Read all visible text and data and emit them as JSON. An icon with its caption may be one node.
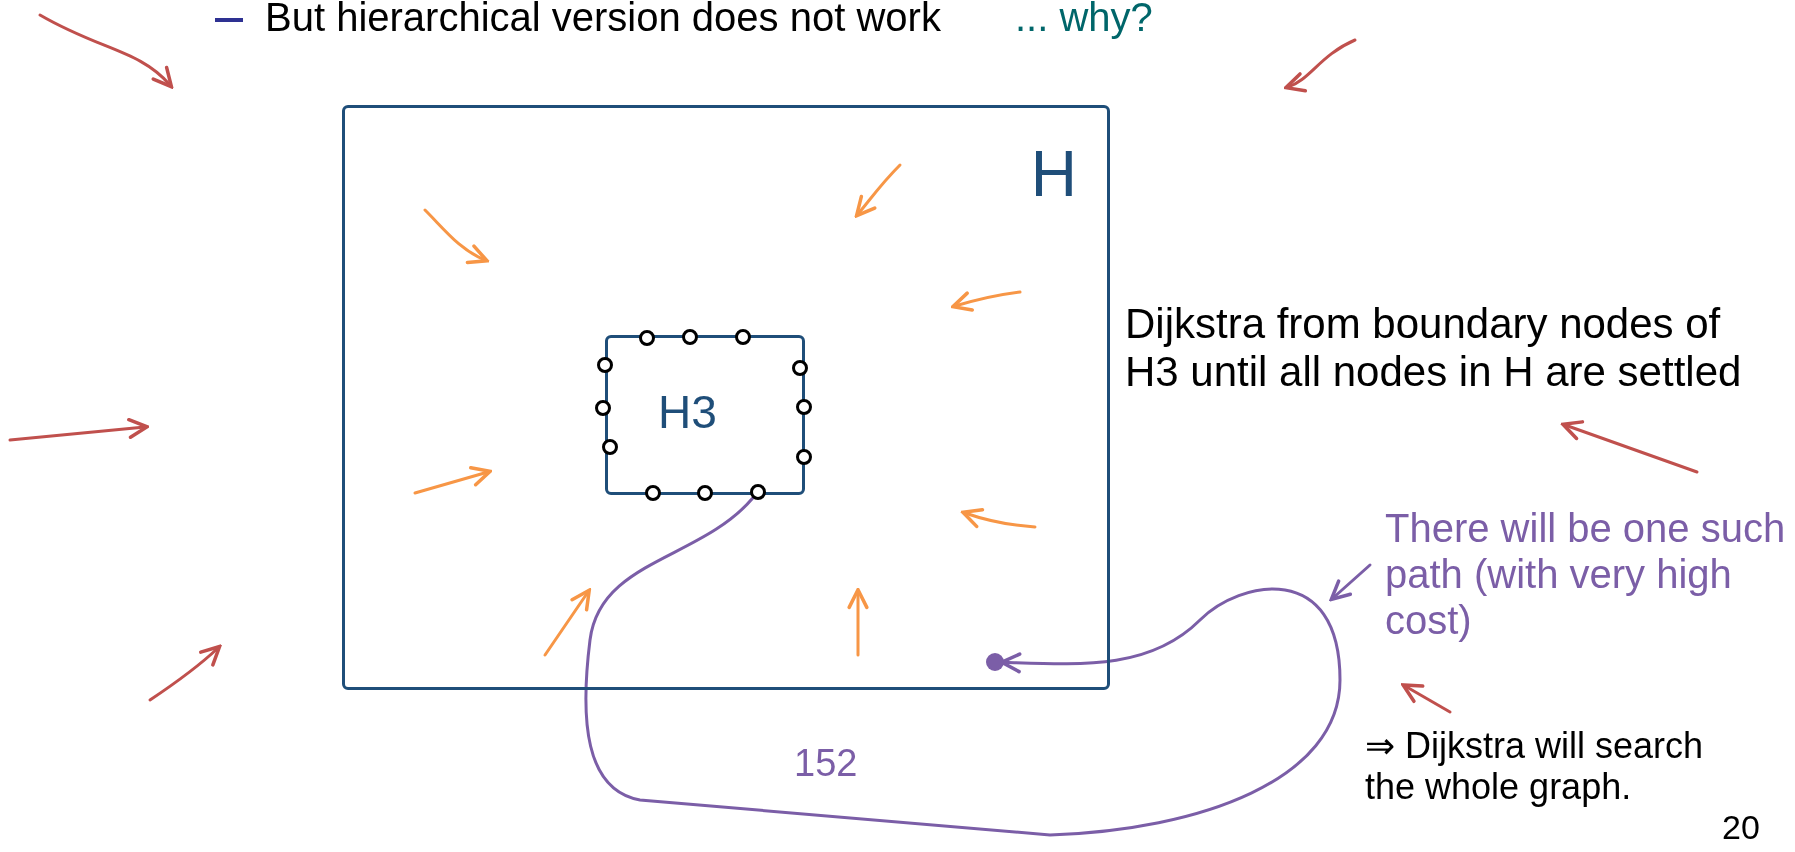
{
  "diagram": {
    "nodes": [
      {
        "text": [
          "H"
        ]
      },
      {
        "text": [
          "H3"
        ],
        "in": 0
      },
      {
        "text": [],
        "shape": "circle",
        "in": 1
      },
      {
        "text": [],
        "shape": "circle",
        "in": 1
      },
      {
        "text": [],
        "shape": "circle",
        "in": 1
      },
      {
        "text": [],
        "shape": "circle",
        "in": 1
      },
      {
        "text": [],
        "shape": "circle",
        "in": 1
      },
      {
        "text": [],
        "shape": "circle",
        "in": 1
      },
      {
        "text": [],
        "shape": "circle",
        "in": 1
      },
      {
        "text": [],
        "shape": "circle",
        "in": 1
      },
      {
        "text": [],
        "shape": "circle",
        "in": 1
      },
      {
        "text": [],
        "shape": "circle",
        "in": 1
      },
      {
        "text": [],
        "shape": "circle",
        "in": 1
      },
      {
        "text": [],
        "shape": "circle",
        "in": 1
      },
      {
        "text": [],
        "shape": "circle",
        "in": 0
      },
      {
        "text": [
          "There will be one such path (with very high cost)"
        ]
      }
    ],
    "edges": [
      {
        "from": 13,
        "to": 14,
        "arrow": "to",
        "label": "152"
      },
      {
        "from": 15,
        "to": null,
        "arrow": "to"
      }
    ],
    "labels": [
      "But hierarchical version does not work",
      "... why?",
      "Dijkstra from boundary nodes of H3 until all nodes in H are settled",
      "⇒ Dijkstra will search the whole graph.",
      "20"
    ]
  }
}
